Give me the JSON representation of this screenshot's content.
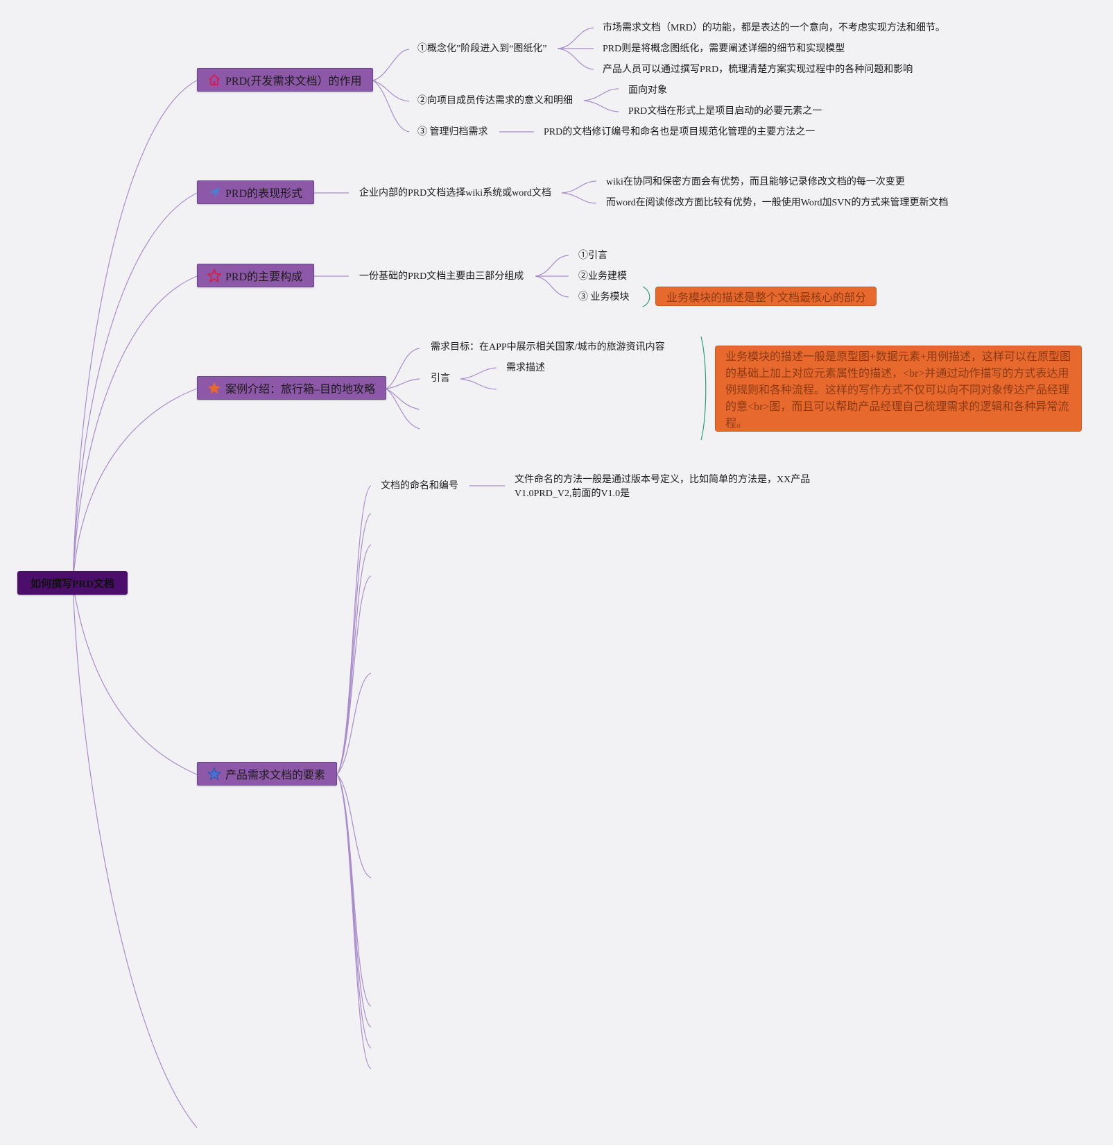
{
  "root": "如何撰写PRD文档",
  "colors": {
    "background": "#f2f2f5",
    "root_fill": "#4b0f6b",
    "branch_fill": "#8e58a8",
    "callout_fill": "#e8692e",
    "connector": "#a88ccc",
    "callout_bracket": "#2d9d7a"
  },
  "branches": [
    {
      "label": "PRD(开发需求文档）的作用",
      "icon": "home-icon",
      "children": [
        {
          "label": "①概念化”阶段进入到“图纸化”",
          "children": [
            "市场需求文档（MRD）的功能，都是表达的一个意向，不考虑实现方法和细节。",
            "PRD则是将概念图纸化，需要阐述详细的细节和实现模型",
            "产品人员可以通过撰写PRD，梳理清楚方案实现过程中的各种问题和影响"
          ]
        },
        {
          "label": "②向项目成员传达需求的意义和明细",
          "children": [
            "面向对象",
            "PRD文档在形式上是项目启动的必要元素之一"
          ]
        },
        {
          "label": "③ 管理归档需求",
          "children": [
            "PRD的文档修订编号和命名也是项目规范化管理的主要方法之一"
          ]
        }
      ]
    },
    {
      "label": "PRD的表现形式",
      "icon": "send-icon",
      "children": [
        {
          "label": "企业内部的PRD文档选择wiki系统或word文档",
          "children": [
            "wiki在协同和保密方面会有优势，而且能够记录修改文档的每一次变更",
            "而word在阅读修改方面比较有优势，一般使用Word加SVN的方式来管理更新文档"
          ]
        }
      ]
    },
    {
      "label": "PRD的主要构成",
      "icon": "star-outline-icon",
      "children": [
        {
          "label": "一份基础的PRD文档主要由三部分组成",
          "children": [
            "①引言",
            "②业务建模",
            "③ 业务模块"
          ]
        }
      ],
      "callout": "业务模块的描述是整个文档最核心的部分"
    },
    {
      "label": "案例介绍：旅行箱–目的地攻略",
      "icon": "star-filled-icon",
      "children": [
        {
          "label": "需求目标：在APP中展示相关国家/城市的旅游资讯内容",
          "children": []
        },
        {
          "label": "引言",
          "children": [
            "需求描述"
          ]
        }
      ],
      "callout": "业务模块的描述一般是原型图+数据元素+用例描述，这样可以在原型图的基础上加上对应元素属性的描述，<br>并通过动作描写的方式表达用例规则和各种流程。这样的写作方式不仅可以向不同对象传达产品经理的意<br>图，而且可以帮助产品经理自己梳理需求的逻辑和各种异常流程。"
    },
    {
      "label": "产品需求文档的要素",
      "icon": "star-blue-icon",
      "children": [
        {
          "label": "文档的命名和编号",
          "children": [
            "文件命名的方法一般是通过版本号定义，比如简单的方法是，XX产品V1.0PRD_V2,前面的V1.0是"
          ]
        }
      ]
    }
  ]
}
